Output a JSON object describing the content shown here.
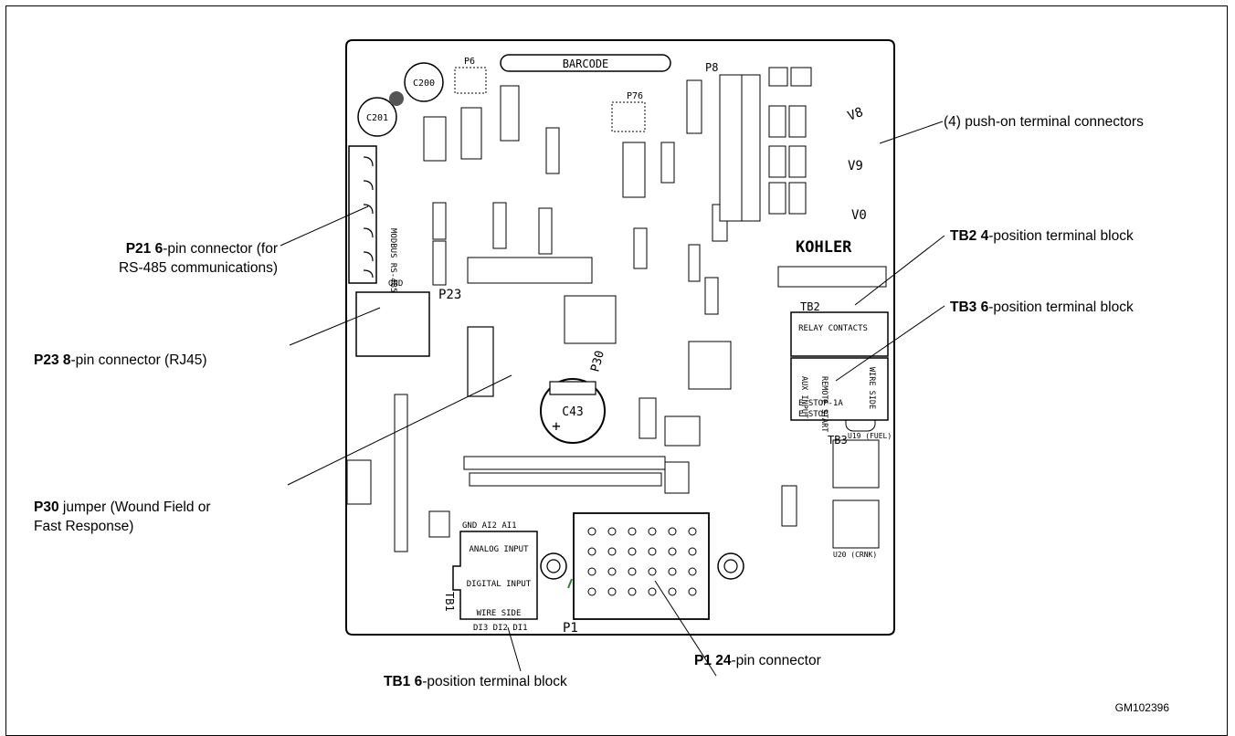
{
  "board": {
    "barcode_label": "BARCODE",
    "brand": "KOHLER",
    "jumper_marks": [
      "P30",
      "P23",
      "P76",
      "P6",
      "P8"
    ],
    "block_labels": {
      "tb2": "TB2",
      "tb3": "TB3",
      "tb1": "TB1",
      "p1": "P1",
      "relay": "RELAY CONTACTS",
      "wire_side": "WIRE SIDE",
      "aux_input": "AUX INPUT",
      "remote_start": "REMOTE START",
      "estop1": "E-STOP-1A",
      "estop2": "E-STOP",
      "analog": "ANALOG INPUT",
      "digital": "DIGITAL INPUT",
      "gnd_row": "GND AI2 AI1",
      "di_row": "DI3 DI2 DI1",
      "u19": "U19 (FUEL)",
      "u20": "U20 (CRNK)",
      "c43": "C43",
      "c200": "C200",
      "c201": "C201",
      "modbus": "MODBUS RS-485",
      "gnd": "GND"
    }
  },
  "callouts": {
    "push_on": {
      "bold": "",
      "text": "(4) push-on terminal connectors"
    },
    "tb2": {
      "bold": "TB2 4",
      "text": "-position terminal block"
    },
    "tb3": {
      "bold": "TB3 6",
      "text": "-position terminal block"
    },
    "p21_line1": {
      "bold": "P21 6",
      "text": "-pin connector (for"
    },
    "p21_line2": "RS-485 communications)",
    "p23": {
      "bold": "P23 8",
      "text": "-pin connector (RJ45)"
    },
    "p30_line1": {
      "bold": "P30",
      "text": " jumper (Wound Field or"
    },
    "p30_line2": "Fast Response)",
    "p1": {
      "bold": "P1 24",
      "text": "-pin connector"
    },
    "tb1": {
      "bold": "TB1 6",
      "text": "-position terminal block"
    }
  },
  "figure_id": "GM102396"
}
